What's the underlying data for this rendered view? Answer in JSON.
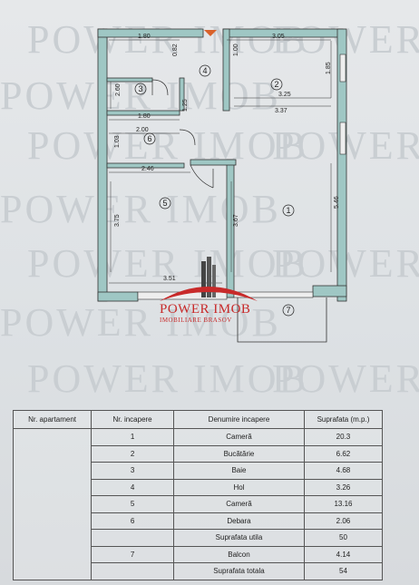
{
  "watermark": {
    "text": "POWER IMOB"
  },
  "logo": {
    "name": "POWER IMOB",
    "subtitle": "IMOBILIARE BRASOV",
    "colors": {
      "red": "#c82a2a",
      "gray": "#555555"
    }
  },
  "floorplan": {
    "dimensions": [
      "1.80",
      "0.82",
      "1.00",
      "3.05",
      "2.60",
      "1.85",
      "3.25",
      "3.37",
      "1.80",
      "1.25",
      "2.00",
      "1.03",
      "2.46",
      "5.46",
      "3.75",
      "3.67",
      "3.51"
    ],
    "room_markers": [
      "1",
      "2",
      "3",
      "4",
      "5",
      "6",
      "7"
    ]
  },
  "table": {
    "headers": [
      "Nr. apartament",
      "Nr. incapere",
      "Denumire incapere",
      "Suprafata (m.p.)"
    ],
    "rows": [
      [
        "",
        "1",
        "Cameră",
        "20.3"
      ],
      [
        "",
        "2",
        "Bucătărie",
        "6.62"
      ],
      [
        "",
        "3",
        "Baie",
        "4.68"
      ],
      [
        "",
        "4",
        "Hol",
        "3.26"
      ],
      [
        "",
        "5",
        "Cameră",
        "13.16"
      ],
      [
        "",
        "6",
        "Debara",
        "2.06"
      ],
      [
        "",
        "",
        "Suprafata utila",
        "50"
      ],
      [
        "",
        "7",
        "Balcon",
        "4.14"
      ],
      [
        "",
        "",
        "Suprafata totala",
        "54"
      ]
    ]
  }
}
